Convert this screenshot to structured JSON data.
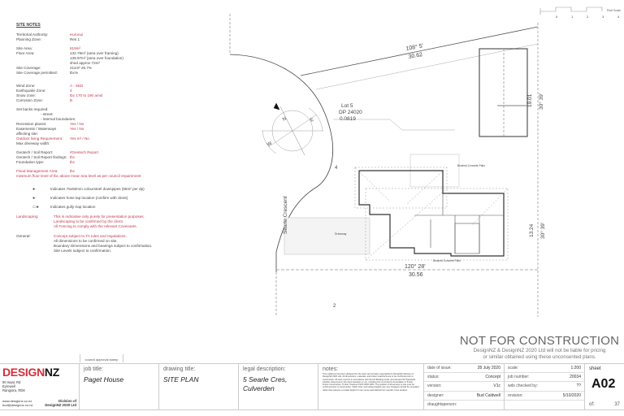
{
  "site_notes": {
    "title": "SITE NOTES",
    "rows1": [
      {
        "k": "Territorial Authority:",
        "v": "Hurunui",
        "red": true
      },
      {
        "k": "Planning Zone:",
        "v": "Res 1",
        "red": false
      }
    ],
    "rows2": [
      {
        "k": "Site Area:",
        "v": "819m²",
        "red": true
      },
      {
        "k": "Floor Area:",
        "v": "132.79m² (area over framing)",
        "red": false
      },
      {
        "k": "",
        "v": "139.97m² (area over foundation)",
        "red": false
      },
      {
        "k": "",
        "v": "shed approx 72m²",
        "red": false
      },
      {
        "k": "Site Coverage:",
        "v": "211m² 25.7%",
        "red": false
      },
      {
        "k": "Site Coverage permitted:",
        "v": "tbc%",
        "red": false
      }
    ],
    "rows3": [
      {
        "k": "Wind Zone:",
        "v": "A - SED",
        "red": true
      },
      {
        "k": "Earthquake Zone:",
        "v": "4",
        "red": true
      },
      {
        "k": "Snow zone:",
        "v": "tbc 170 to 190 amsl",
        "red": true
      },
      {
        "k": "Corrosion Zone:",
        "v": "B",
        "red": true
      }
    ],
    "setbacks_label": "Set backs required:",
    "setbacks_street": "- street:",
    "setbacks_internal": "- internal boundaries:",
    "rows4": [
      {
        "k": "Recession planes:",
        "v": "Yes / No",
        "red": true,
        "kred": false
      },
      {
        "k": "Easements / Waterways affecting site:",
        "v": "Yes / No",
        "red": true,
        "kred": false
      },
      {
        "k": "Outdoor living Requirement:",
        "v": "Yes m² / No",
        "red": true,
        "kred": true
      },
      {
        "k": "Max driveway width:",
        "v": "",
        "red": false,
        "kred": false
      }
    ],
    "rows5": [
      {
        "k": "Geotech / Soil Report:",
        "v": "#Geotech Report",
        "red": true
      },
      {
        "k": "Geotech / Soil Report findings:",
        "v": "tbc",
        "red": true
      },
      {
        "k": "Foundation type:",
        "v": "tbc",
        "red": true
      }
    ],
    "flood_label": "Flood Management Area:",
    "flood_value": "tbc",
    "flood_note": "minimum floor level of tbc above mean sea level as per council requirement",
    "legend": [
      {
        "sym": "●·",
        "text": "Indicates 75x50mm coloursteel downpipes (55m² per dp)"
      },
      {
        "sym": "●·",
        "text": "Indicates hose tap location (confirm with client)"
      },
      {
        "sym": "▭●",
        "text": "Indicates gully trap location"
      }
    ],
    "landscaping_label": "Landscaping:",
    "landscaping_lines": [
      "This is indicative only purely for presentation purposes.",
      "Landscaping to be confirmed by the client.",
      "All Fencing to comply with the relevant Covenants."
    ],
    "general_label": "General:",
    "general_lines_red": [
      "Concept subject to TA rules and regulations."
    ],
    "general_lines": [
      "All dimensions to be confirmed on site.",
      "Boundary Dimensions and bearings subject to confirmation.",
      "Site Levels subject to confirmation."
    ]
  },
  "plan": {
    "scale_bar": {
      "ticks": [
        "0",
        "1",
        "2",
        "3",
        "4"
      ],
      "label": "Print Scale"
    },
    "boundary_top_bearing": "108° 5'",
    "boundary_top_length": "30.62",
    "lot_label": "Lot 5",
    "dp_label": "DP 24020",
    "area_label": "0.0819",
    "right_bearing_upper": "30° 39'",
    "right_length_upper": "19.01",
    "right_bearing_lower": "30° 39'",
    "right_length_lower": "13.24",
    "bottom_bearing": "120° 28'",
    "bottom_length": "30.56",
    "street_name": "Searle Crescent",
    "lot_num_4": "4",
    "lot_num_2": "2",
    "driveway": "Driveway",
    "patio_top": "Brushed Concrete Patio",
    "patio_bottom": "Brushed Concrete Patio",
    "compass": {
      "n": "N",
      "e": "E",
      "w": "W"
    }
  },
  "warning": {
    "title": "NOT FOR CONSTRUCTION",
    "line1": "DesignNZ & DesignNZ 2020 Ltd will not be liable for pricing",
    "line2": "or similar obtained using these unconsented plans."
  },
  "title_block": {
    "stamp": "council approval stamp",
    "brand_a": "DESIGN",
    "brand_b": "NZ",
    "brand_color": "#d32f3a",
    "address": [
      "90 Isaac Rd",
      "Eyrewell",
      "Rangiora, RD6"
    ],
    "web": "www.designnz.co.nz",
    "email": "bud@designnz.co.nz",
    "division_1": "Division of",
    "division_2": "DesignNZ 2020 Ltd",
    "job_title_label": "job title:",
    "job_title": "Paget House",
    "drawing_title_label": "drawing title:",
    "drawing_title": "SITE PLAN",
    "legal_label": "legal description:",
    "legal_1": "5 Searle Cres,",
    "legal_2": "Culverden",
    "notes_label": "notes:",
    "notes_text": "This residence has been designed for the client and remains copyrighted to DesignNZ (division of DesignNZ 2020 Ltd). All dimensions, materials, and timber treatments are to be confirmed prior to construction. All work must be in accordance with the NZ Building Code, and relevant NZ Standards whether referenced in this documentation or not, including but not limited to Foundation & Timber Frame Construction, Timber Treatment NZS 3602 2003. The position of all services to site must be confirmed prior to construction. Soffit, lintel, and ceiling heights may vary. Designer should be consulted rather than assume a certain height if it can not be ascertained from specific cross sections.",
    "col1": [
      {
        "k": "date of issue:",
        "v": "28 July 2020"
      },
      {
        "k": "status:",
        "v": "Concept"
      },
      {
        "k": "version:",
        "v": "V1c"
      },
      {
        "k": "designer:",
        "v": "Bud Caldwell"
      },
      {
        "k": "draughtsperson:",
        "v": ""
      }
    ],
    "col2": [
      {
        "k": "scale:",
        "v": "1:200"
      },
      {
        "k": "job number:",
        "v": "20034"
      },
      {
        "k": "wds checked by:",
        "v": "??"
      },
      {
        "k": "revision:",
        "v": "5/10/2020"
      },
      {
        "k": "",
        "v": ""
      }
    ],
    "sheet_label": "sheet",
    "sheet_number": "A02",
    "of_label": "of:",
    "sheet_total": "37"
  }
}
